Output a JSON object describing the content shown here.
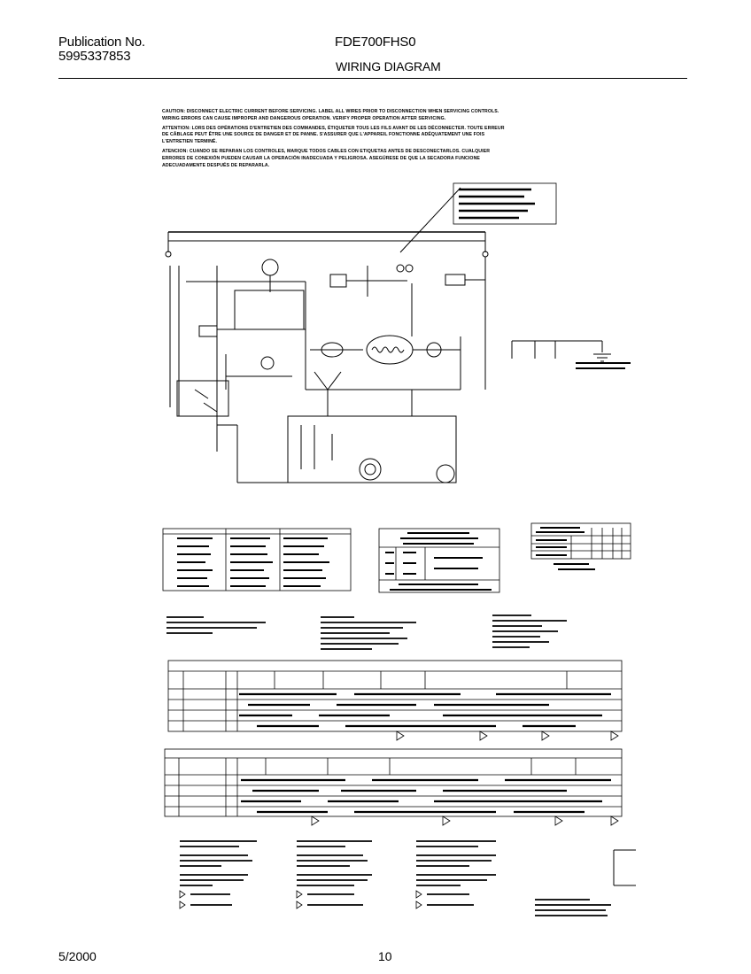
{
  "header": {
    "pub_label": "Publication No.",
    "pub_number": "5995337853",
    "model": "FDE700FHS0",
    "title": "WIRING DIAGRAM"
  },
  "cautions": [
    "CAUTION: DISCONNECT ELECTRIC CURRENT BEFORE SERVICING. LABEL ALL WIRES PRIOR TO DISCONNECTION WHEN SERVICING CONTROLS. WIRING ERRORS CAN CAUSE IMPROPER AND DANGEROUS OPERATION. VERIFY PROPER OPERATION AFTER SERVICING.",
    "ATTENTION: LORS DES OPÉRATIONS D'ENTRETIEN DES COMMANDES, ÉTIQUETER TOUS LES FILS AVANT DE LES DÉCONNECTER. TOUTE ERREUR DE CÂBLAGE PEUT ÊTRE UNE SOURCE DE DANGER ET DE PANNE. S'ASSURER QUE L'APPAREIL FONCTIONNE ADÉQUATEMENT UNE FOIS L'ENTRETIEN TERMINÉ.",
    "ATENCION: CUANDO SE REPARAN LOS CONTROLES, MARQUE TODOS CABLES CON ETIQUETAS ANTES DE DESCONECTARLOS. CUALQUIER ERRORES DE CONEXIÓN PUEDEN CAUSAR LA OPERACIÓN INADECUADA Y PELIGROSA. ASEGÚRESE DE QUE LA SECADORA FUNCIONE ADECUADAMENTE DESPUÉS DE REPARARLA."
  ],
  "footer": {
    "date": "5/2000",
    "page": "10"
  }
}
